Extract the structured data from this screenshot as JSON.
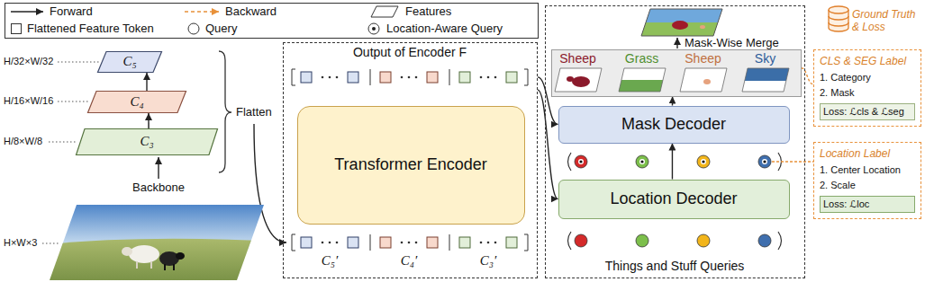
{
  "diagram": {
    "nodes": [
      {
        "text": [
          "C₅"
        ]
      },
      {
        "text": [
          "C₄"
        ]
      },
      {
        "text": [
          "C₃"
        ]
      },
      {
        "text": [
          "Output of Encoder F"
        ]
      },
      {
        "text": [
          "Transformer Encoder"
        ],
        "in": 3
      },
      {
        "text": [
          "Things and Stuff Queries"
        ]
      },
      {
        "text": [
          "Sheep",
          "Grass",
          "Sheep",
          "Sky"
        ],
        "in": 5
      },
      {
        "text": [
          "Mask Decoder"
        ],
        "in": 5
      },
      {
        "text": [
          "Location Decoder"
        ],
        "in": 5
      },
      {
        "text": [
          "CLS & SEG Label",
          "1. Category",
          "2. Mask"
        ]
      },
      {
        "text": [
          "Loss: ℒcls & ℒseg"
        ],
        "in": 9
      },
      {
        "text": [
          "Location Label",
          "1. Center Location",
          "2. Scale"
        ]
      },
      {
        "text": [
          "Loss: ℒloc"
        ],
        "in": 11
      }
    ],
    "edges": [
      {
        "from": 2,
        "to": 1,
        "arrow": "to"
      },
      {
        "from": 1,
        "to": 0,
        "arrow": "to"
      },
      {
        "from": 3,
        "to": 7,
        "arrow": "to"
      },
      {
        "from": 3,
        "to": 8,
        "arrow": "to"
      },
      {
        "from": 8,
        "to": 7,
        "arrow": "to"
      },
      {
        "from": 7,
        "to": 6,
        "arrow": "to"
      },
      {
        "from": 6,
        "to": 9,
        "arrow": "none"
      }
    ],
    "labels": [
      "H/32×W/32",
      "H/16×W/16",
      "H/8×W/8",
      "Flatten",
      "Backbone",
      "H×W×3",
      "C₅′",
      "C₄′",
      "C₃′",
      "Mask-Wise Merge",
      "Ground Truth & Loss"
    ],
    "legend": [
      {
        "text": "Forward"
      },
      {
        "text": "Backward"
      },
      {
        "text": "Features"
      },
      {
        "text": "Flattened Feature Token"
      },
      {
        "text": "Query"
      },
      {
        "text": "Location-Aware Query"
      }
    ]
  }
}
